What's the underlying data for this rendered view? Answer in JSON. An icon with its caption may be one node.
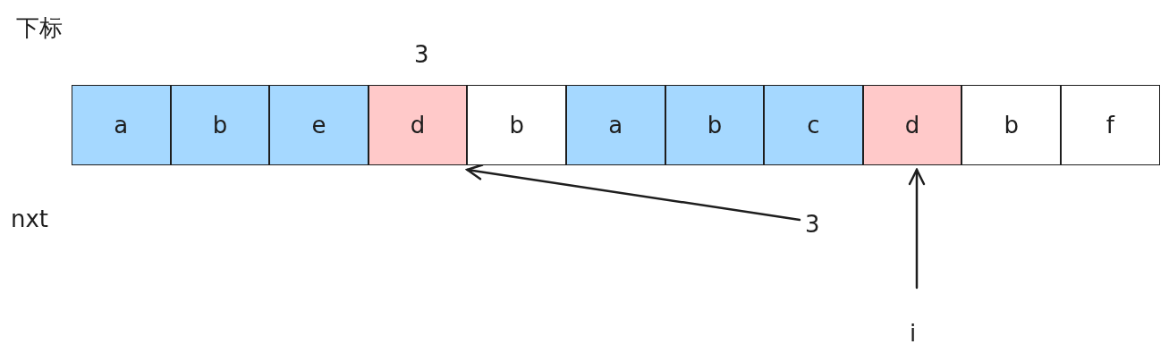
{
  "diagram": {
    "nodes": [
      {
        "text": [
          "a"
        ]
      },
      {
        "text": [
          "b"
        ]
      },
      {
        "text": [
          "e"
        ]
      },
      {
        "text": [
          "d"
        ]
      },
      {
        "text": [
          "b"
        ]
      },
      {
        "text": [
          "a"
        ]
      },
      {
        "text": [
          "b"
        ]
      },
      {
        "text": [
          "c"
        ]
      },
      {
        "text": [
          "d"
        ]
      },
      {
        "text": [
          "b"
        ]
      },
      {
        "text": [
          "f"
        ]
      },
      {
        "text": [
          "3"
        ]
      },
      {
        "text": [
          "i"
        ]
      }
    ],
    "edges": [
      {
        "from": 11,
        "to": 3,
        "arrow": "to"
      },
      {
        "from": 12,
        "to": 8,
        "arrow": "to"
      }
    ],
    "labels": [
      "下标",
      "3",
      "nxt"
    ]
  }
}
